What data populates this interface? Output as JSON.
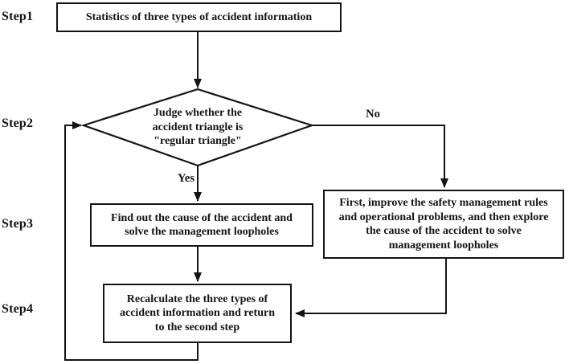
{
  "diagram": {
    "type": "flowchart",
    "background_color": "#ffffff",
    "line_color": "#141414",
    "text_color": "#141414",
    "step_labels": [
      "Step1",
      "Step2",
      "Step3",
      "Step4"
    ],
    "nodes": {
      "statistics": "Statistics of three types of accident information",
      "decision": "Judge whether the\naccident triangle is\n\"regular triangle\"",
      "find_cause": "Find out the cause of the accident and\nsolve the management loopholes",
      "improve_rules": "First, improve the safety management rules\nand operational problems, and then explore\nthe cause of the accident to solve\nmanagement loopholes",
      "recalculate": "Recalculate the three types of\naccident information and return\nto the second step"
    },
    "branch_labels": {
      "yes": "Yes",
      "no": "No"
    }
  }
}
